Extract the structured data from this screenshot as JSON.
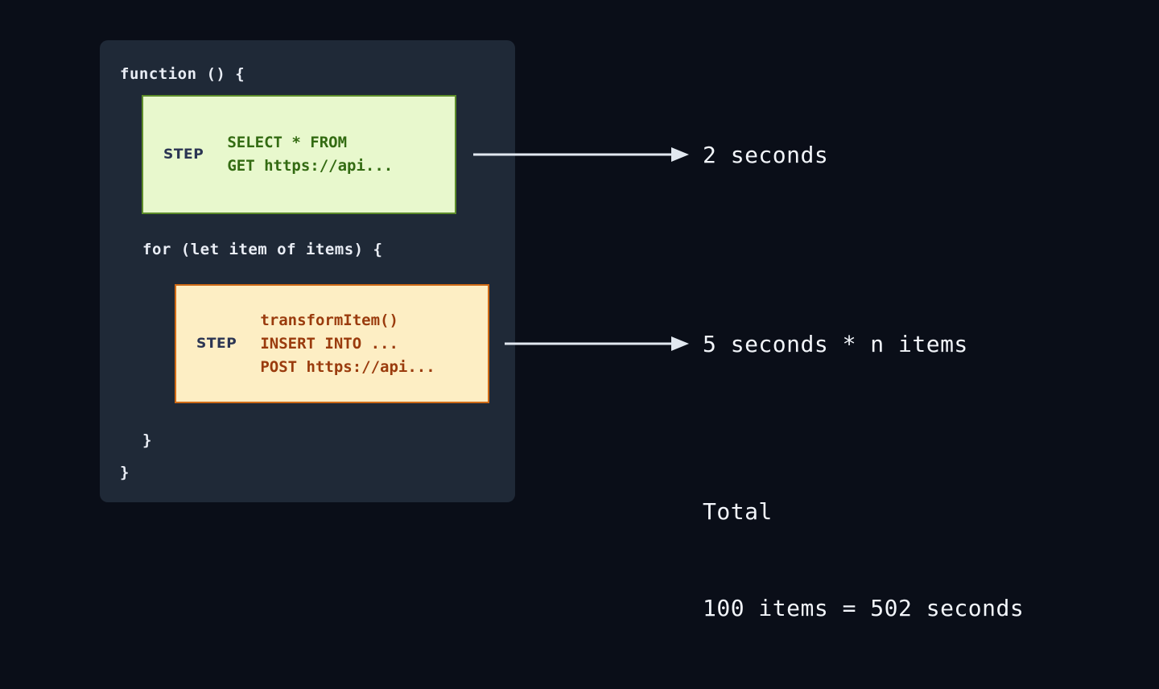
{
  "colors": {
    "page_background": "#0a0e18",
    "panel_background": "#1f2937",
    "code_text": "#e9edf5",
    "step_tag_text": "#2b3553",
    "green_box_fill": "#e8f8cd",
    "green_box_border": "#5c8c2a",
    "green_box_text": "#336b12",
    "amber_box_fill": "#fdeec4",
    "amber_box_border": "#cf6a16",
    "amber_box_text": "#9a3b0d",
    "arrow": "#e2e8f0",
    "label_text": "#f2f5fa"
  },
  "code_panel": {
    "line_function_open": "function () {",
    "line_for_open": "for (let item of items) {",
    "line_for_close": "}",
    "line_function_close": "}"
  },
  "steps": [
    {
      "tag": "STEP",
      "code_lines": [
        "SELECT * FROM",
        "GET https://api..."
      ],
      "variant": "green"
    },
    {
      "tag": "STEP",
      "code_lines": [
        "transformItem()",
        "INSERT INTO ...",
        "POST https://api..."
      ],
      "variant": "amber"
    }
  ],
  "annotations": [
    {
      "label": "2 seconds"
    },
    {
      "label": "5 seconds * n items"
    }
  ],
  "total": {
    "heading": "Total",
    "equation": "100 items = 502 seconds"
  }
}
